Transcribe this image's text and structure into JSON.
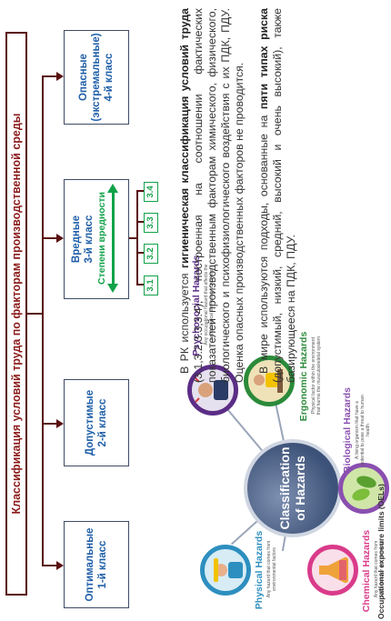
{
  "classification": {
    "title": "Классификация условий труда по факторам производственной среды",
    "classes": [
      {
        "line1": "Оптимальные",
        "line2": "1-й класс"
      },
      {
        "line1": "Допустимые",
        "line2": "2-й класс"
      },
      {
        "line1": "Вредные",
        "line2": "3-й класс"
      },
      {
        "line1": "Опасные",
        "line2": "(экстремальные)",
        "line3": "4-й класс"
      }
    ],
    "severity_label": "Степени вредности",
    "subclasses": [
      "3.1",
      "3.2",
      "3.3",
      "3.4"
    ],
    "colors": {
      "frame": "#5a1010",
      "title_text": "#8b1a1a",
      "class_text": "#1f5fa8",
      "severity": "#11a24a"
    }
  },
  "hazards": {
    "center": {
      "line1": "Classification",
      "line2": "of Hazards"
    },
    "items": [
      {
        "title": "Physical Hazards",
        "desc": "Any hazard that comes from environmental factors",
        "color": "#2d8fbf",
        "icon": "physical-hazard-icon"
      },
      {
        "title": "Chemical Hazards",
        "desc": "Any hazard that comes from Solid, liquid or gas elements",
        "color": "#d93b8a",
        "icon": "chemical-hazard-icon"
      },
      {
        "title": "Biological Hazards",
        "desc": "A living organism that have a potential to pose a threat to human health",
        "color": "#8a4fb0",
        "icon": "biological-hazard-icon"
      },
      {
        "title": "Ergonomic Hazards",
        "desc": "Physical factor within the environment that harms the musculoskeletal system",
        "color": "#2b8a3a",
        "icon": "ergonomic-hazard-icon"
      },
      {
        "title": "Psychosocial Hazards",
        "desc": "Any occupational hazard that affects the psychological well-being of workers",
        "color": "#5b2d86",
        "icon": "psychosocial-hazard-icon"
      }
    ],
    "caption": "Occupational exposure limits (OELs)"
  },
  "text": {
    "p1_a": "В РК используется ",
    "p1_b": "гигиеническая классификация условий труда",
    "p1_c": " (3.1,3.2,3.3,3.4), построенная на соотношении фактических показателей производственным факторам химического, физического, биологического и психофизиологического воздействия с их ПДК, ПДУ. Оценка опасных производственных факторов не проводится.",
    "p2_a": "В мире используются подходы, основанные на ",
    "p2_b": "пяти типах риска",
    "p2_c": " (допустимый, низкий, средний, высокий и очень высокий), также базирующееся на ПДК, ПДУ."
  }
}
